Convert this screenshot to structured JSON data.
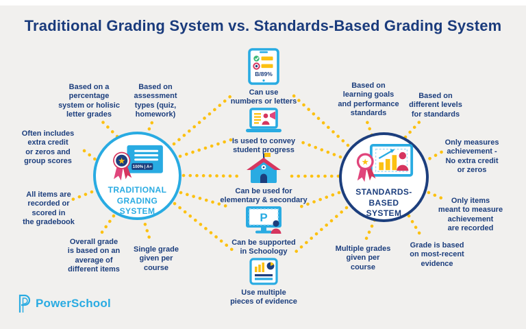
{
  "title": "Traditional Grading System vs. Standards-Based Grading System",
  "brand": {
    "name": "PowerSchool"
  },
  "left_circle": {
    "label": "TRADITIONAL\nGRADING\nSYSTEM",
    "badge_text": "100% | A+"
  },
  "right_circle": {
    "label": "STANDARDS-\nBASED\nSYSTEM"
  },
  "left_items": [
    {
      "text": "Based on a\npercentage\nsystem or holisic\nletter grades"
    },
    {
      "text": "Based on\nassessment\ntypes (quiz,\nhomework)"
    },
    {
      "text": "Often includes\nextra credit\nor zeros and\ngroup scores"
    },
    {
      "text": "All items are\nrecorded or\nscored in\nthe gradebook"
    },
    {
      "text": "Overall grade\nis based on an\naverage of\ndifferent items"
    },
    {
      "text": "Single grade\ngiven per\ncourse"
    }
  ],
  "center_items": [
    {
      "text": "Can use\nnumbers or letters",
      "icon_text": "B/89%"
    },
    {
      "text": "Is used to convey\nstudent progress"
    },
    {
      "text": "Can be used for\nelementary & secondary"
    },
    {
      "text": "Can be supported\nin Schoology",
      "screen_letter": "P"
    },
    {
      "text": "Use multiple\npieces of evidence"
    }
  ],
  "right_items": [
    {
      "text": "Based on\nlearning goals\nand performance\nstandards"
    },
    {
      "text": "Based on\ndifferent levels\nfor standards"
    },
    {
      "text": "Only measures\nachievement -\nNo extra credit\nor zeros"
    },
    {
      "text": "Only items\nmeant to measure\nachievement\nare recorded"
    },
    {
      "text": "Multiple grades\ngiven per\ncourse"
    },
    {
      "text": "Grade is based\non most-recent\nevidence"
    }
  ],
  "colors": {
    "background": "#f1f0ee",
    "navy": "#1c3e7d",
    "cyan": "#29abe2",
    "yellow": "#fcc112",
    "pink": "#e0457b",
    "crimson": "#d6365f",
    "green": "#3cb878"
  }
}
